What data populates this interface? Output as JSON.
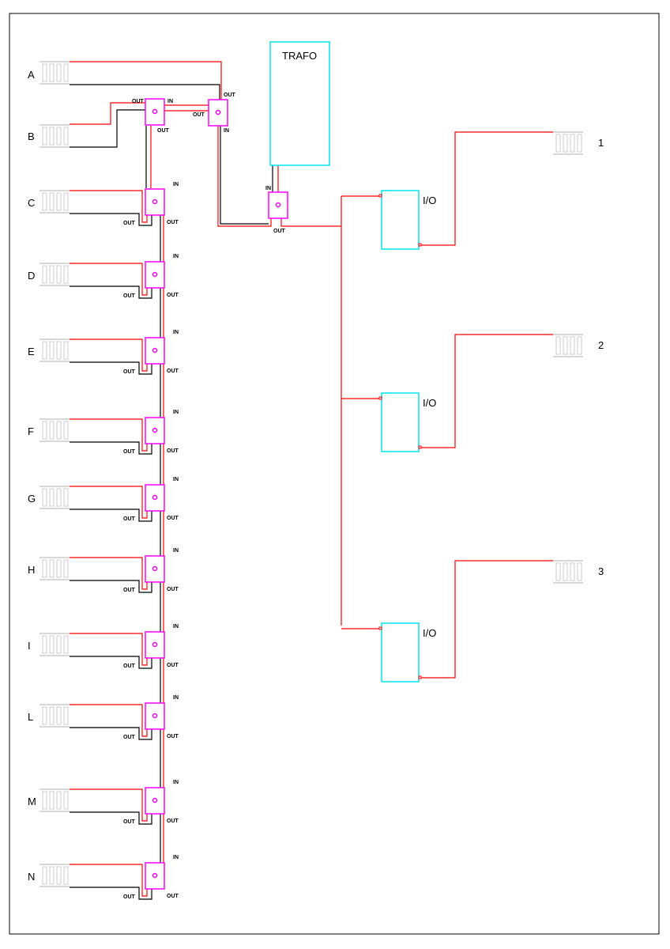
{
  "title_box": {
    "label": "TRAFO"
  },
  "colors": {
    "power": "#ff0000",
    "signal": "#000000",
    "module": "#ff00ff",
    "box": "#00e5ee",
    "radiator": "#cccccc",
    "frame": "#000000"
  },
  "port_labels": {
    "in": "IN",
    "out": "OUT"
  },
  "io_label": "I/O",
  "zones": [
    {
      "id": "A",
      "label": "A"
    },
    {
      "id": "B",
      "label": "B"
    },
    {
      "id": "C",
      "label": "C"
    },
    {
      "id": "D",
      "label": "D"
    },
    {
      "id": "E",
      "label": "E"
    },
    {
      "id": "F",
      "label": "F"
    },
    {
      "id": "G",
      "label": "G"
    },
    {
      "id": "H",
      "label": "H"
    },
    {
      "id": "I",
      "label": "I"
    },
    {
      "id": "L",
      "label": "L"
    },
    {
      "id": "M",
      "label": "M"
    },
    {
      "id": "N",
      "label": "N"
    }
  ],
  "outputs": [
    {
      "id": "1",
      "label": "1"
    },
    {
      "id": "2",
      "label": "2"
    },
    {
      "id": "3",
      "label": "3"
    }
  ]
}
